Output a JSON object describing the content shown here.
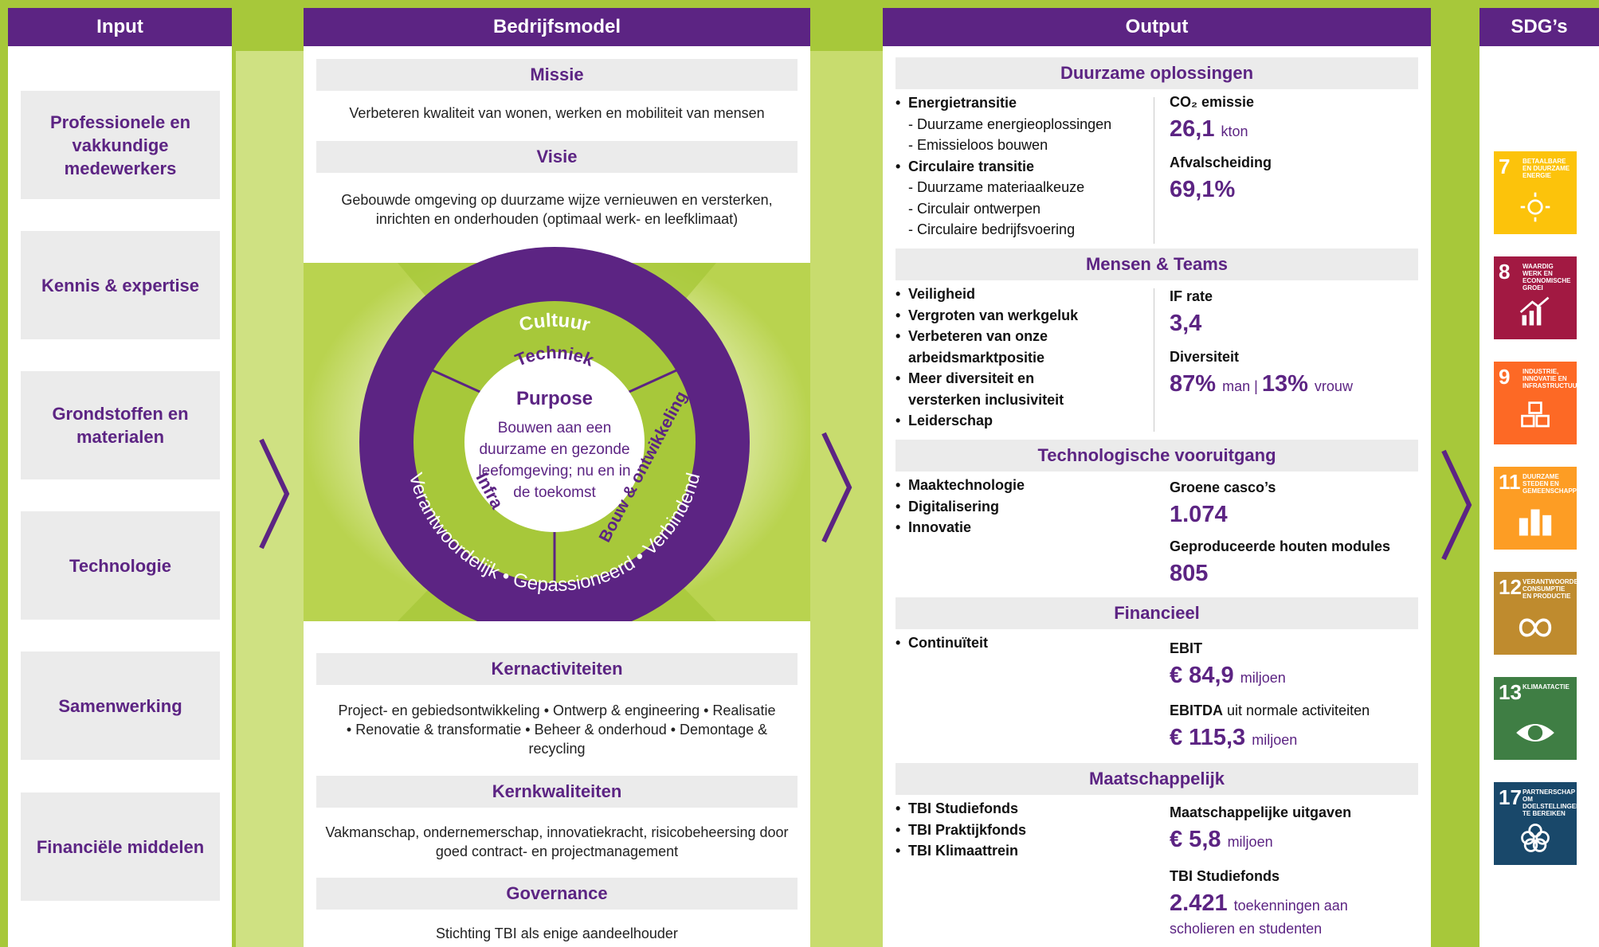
{
  "input": {
    "header": "Input",
    "items": [
      "Professionele en vakkundige medewerkers",
      "Kennis & expertise",
      "Grondstoffen en materialen",
      "Technologie",
      "Samenwerking",
      "Financiële middelen"
    ]
  },
  "model": {
    "header": "Bedrijfsmodel",
    "mission_title": "Missie",
    "mission_text": "Verbeteren kwaliteit van wonen, werken en mobiliteit van mensen",
    "vision_title": "Visie",
    "vision_text": "Gebouwde omgeving op duurzame wijze vernieuwen en versterken, inrichten en onderhouden (optimaal werk- en leefklimaat)",
    "wheel": {
      "outer_label": "Cultuur",
      "inner_label": "Techniek",
      "segment_left": "Infra",
      "segment_right": "Bouw & ontwikkeling",
      "values_text": "Verantwoordelijk • Gepassioneerd • Verbindend",
      "center_title": "Purpose",
      "center_text": "Bouwen aan een duurzame en gezonde leefomgeving; nu en in de toekomst"
    },
    "core_title": "Kernactiviteiten",
    "core_text": "Project- en gebiedsontwikkeling • Ontwerp & engineering • Realisatie • Renovatie & transformatie • Beheer & onderhoud • Demontage & recycling",
    "qual_title": "Kernkwaliteiten",
    "qual_text": "Vakmanschap, ondernemerschap, innovatiekracht, risicobeheersing door goed contract- en projectmanagement",
    "gov_title": "Governance",
    "gov_text": "Stichting TBI als enige aandeelhouder"
  },
  "output": {
    "header": "Output",
    "s1": {
      "title": "Duurzame oplossingen",
      "items": [
        [
          "b",
          "Energietransitie"
        ],
        [
          "s",
          "- Duurzame energieoplossingen"
        ],
        [
          "s",
          "- Emissieloos bouwen"
        ],
        [
          "b",
          "Circulaire transitie"
        ],
        [
          "s",
          "- Duurzame materiaalkeuze"
        ],
        [
          "s",
          "- Circulair ontwerpen"
        ],
        [
          "s",
          "- Circulaire bedrijfsvoering"
        ]
      ],
      "m1_label": "CO₂ emissie",
      "m1_value": "26,1",
      "m1_unit": "kton",
      "m2_label": "Afvalscheiding",
      "m2_value": "69,1%"
    },
    "s2": {
      "title": "Mensen & Teams",
      "items": [
        [
          "b",
          "Veiligheid"
        ],
        [
          "b",
          "Vergroten van werkgeluk"
        ],
        [
          "b",
          "Verbeteren van onze"
        ],
        [
          "s",
          "arbeidsmarktpositie"
        ],
        [
          "b",
          "Meer diversiteit en"
        ],
        [
          "s",
          "versterken inclusiviteit"
        ],
        [
          "b",
          "Leiderschap"
        ]
      ],
      "m1_label": "IF rate",
      "m1_value": "3,4",
      "m2_label": "Diversiteit",
      "m2_value_a": "87%",
      "m2_unit_a": "man",
      "m2_sep": " | ",
      "m2_value_b": "13%",
      "m2_unit_b": "vrouw"
    },
    "s3": {
      "title": "Technologische vooruitgang",
      "items": [
        [
          "b",
          "Maaktechnologie"
        ],
        [
          "b",
          "Digitalisering"
        ],
        [
          "b",
          "Innovatie"
        ]
      ],
      "m1_label": "Groene casco’s",
      "m1_value": "1.074",
      "m2_label": "Geproduceerde houten modules",
      "m2_value": "805"
    },
    "s4": {
      "title": "Financieel",
      "items": [
        [
          "b",
          "Continuïteit"
        ]
      ],
      "m1_label": "EBIT",
      "m1_value": "€ 84,9",
      "m1_unit": "miljoen",
      "m2_label_b": "EBITDA",
      "m2_label_rest": " uit normale activiteiten",
      "m2_value": "€ 115,3",
      "m2_unit": "miljoen"
    },
    "s5": {
      "title": "Maatschappelijk",
      "items": [
        [
          "b",
          "TBI Studiefonds"
        ],
        [
          "b",
          "TBI Praktijkfonds"
        ],
        [
          "b",
          "TBI Klimaattrein"
        ]
      ],
      "m1_label": "Maatschappelijke uitgaven",
      "m1_value": "€ 5,8",
      "m1_unit": "miljoen",
      "m2_label": "TBI Studiefonds",
      "m2_value": "2.421",
      "m2_unit": "toekenningen aan",
      "m2_unit2": "scholieren en studenten"
    }
  },
  "sdg": {
    "header": "SDG’s",
    "goals": [
      {
        "num": "7",
        "label": "BETAALBARE EN DUURZAME ENERGIE",
        "color": "#fcc30b",
        "icon": "sun-icon"
      },
      {
        "num": "8",
        "label": "WAARDIG WERK EN ECONOMISCHE GROEI",
        "color": "#a21942",
        "icon": "growth-chart-icon"
      },
      {
        "num": "9",
        "label": "INDUSTRIE, INNOVATIE EN INFRASTRUCTUUR",
        "color": "#fd6925",
        "icon": "cubes-icon"
      },
      {
        "num": "11",
        "label": "DUURZAME STEDEN EN GEMEENSCHAPPEN",
        "color": "#fd9d24",
        "icon": "city-icon"
      },
      {
        "num": "12",
        "label": "VERANTWOORDE CONSUMPTIE EN PRODUCTIE",
        "color": "#bf8b2e",
        "icon": "infinity-icon"
      },
      {
        "num": "13",
        "label": "KLIMAATACTIE",
        "color": "#3f7e44",
        "icon": "eye-globe-icon"
      },
      {
        "num": "17",
        "label": "PARTNERSCHAP OM DOELSTELLINGEN TE BEREIKEN",
        "color": "#19486a",
        "icon": "flower-icon"
      }
    ]
  },
  "colors": {
    "purple": "#5c2483",
    "green": "#a7c83a",
    "light_green": "#c8dc6e",
    "grey": "#ebebeb"
  }
}
